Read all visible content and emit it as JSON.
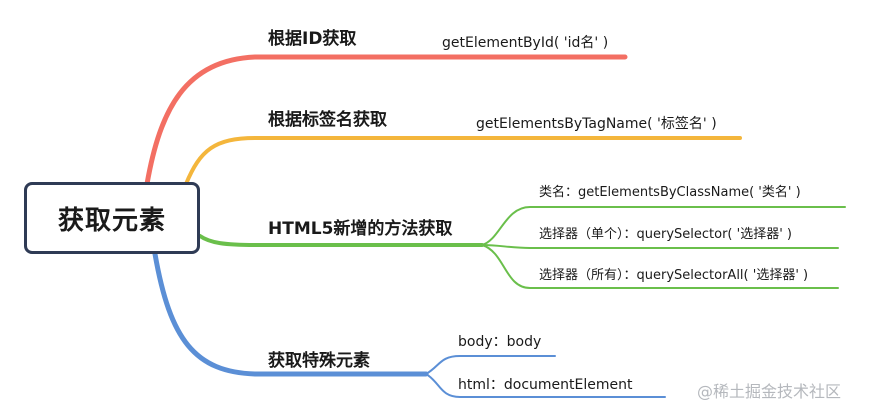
{
  "root": "获取元素",
  "branches": {
    "by_id": {
      "label": "根据ID获取",
      "color": "#f36f63",
      "children": [
        "getElementById( 'id名' )"
      ]
    },
    "by_tag": {
      "label": "根据标签名获取",
      "color": "#f4b63c",
      "children": [
        "getElementsByTagName( '标签名' )"
      ]
    },
    "html5": {
      "label": "HTML5新增的方法获取",
      "color": "#6abf4b",
      "children": [
        "类名：getElementsByClassName( '类名' )",
        "选择器（单个）：querySelector( '选择器' )",
        "选择器（所有）：querySelectorAll( '选择器' )"
      ]
    },
    "special": {
      "label": "获取特殊元素",
      "color": "#5b8fd6",
      "children": [
        "body：body",
        "html：documentElement"
      ]
    }
  },
  "watermark": "@稀土掘金技术社区"
}
